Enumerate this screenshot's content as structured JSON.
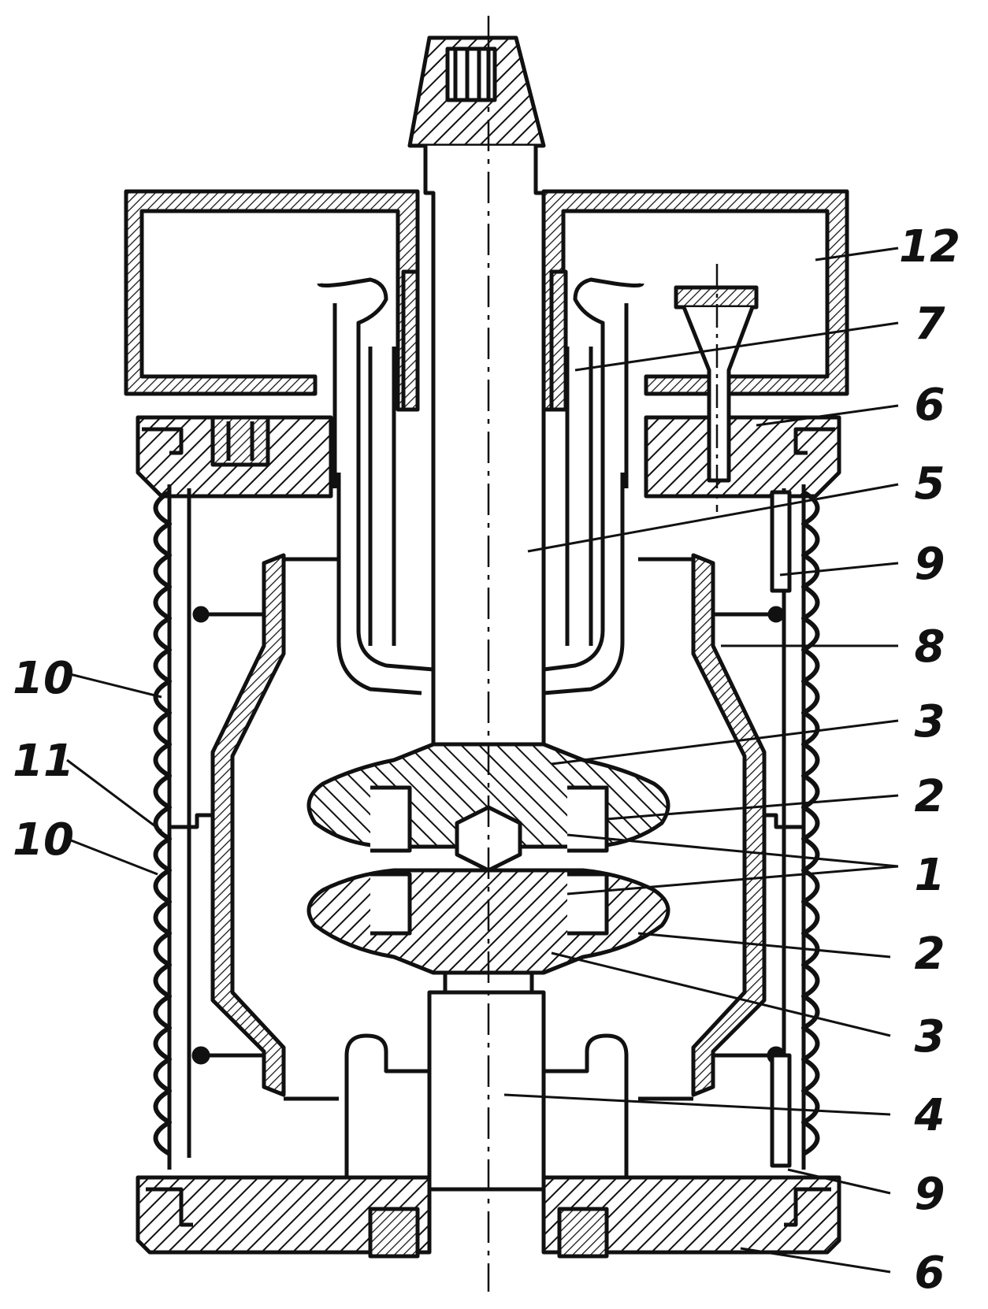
{
  "colors": {
    "ink": "#111111",
    "paper": "#ffffff"
  },
  "callouts": [
    {
      "id": "c12",
      "text": "12"
    },
    {
      "id": "c7",
      "text": "7"
    },
    {
      "id": "c6a",
      "text": "6"
    },
    {
      "id": "c5",
      "text": "5"
    },
    {
      "id": "c9a",
      "text": "9"
    },
    {
      "id": "c8",
      "text": "8"
    },
    {
      "id": "c3a",
      "text": "3"
    },
    {
      "id": "c2a",
      "text": "2"
    },
    {
      "id": "c1",
      "text": "1"
    },
    {
      "id": "c2b",
      "text": "2"
    },
    {
      "id": "c3b",
      "text": "3"
    },
    {
      "id": "c4",
      "text": "4"
    },
    {
      "id": "c9b",
      "text": "9"
    },
    {
      "id": "c6b",
      "text": "6"
    },
    {
      "id": "c10a",
      "text": "10"
    },
    {
      "id": "c11",
      "text": "11"
    },
    {
      "id": "c10b",
      "text": "10"
    }
  ]
}
